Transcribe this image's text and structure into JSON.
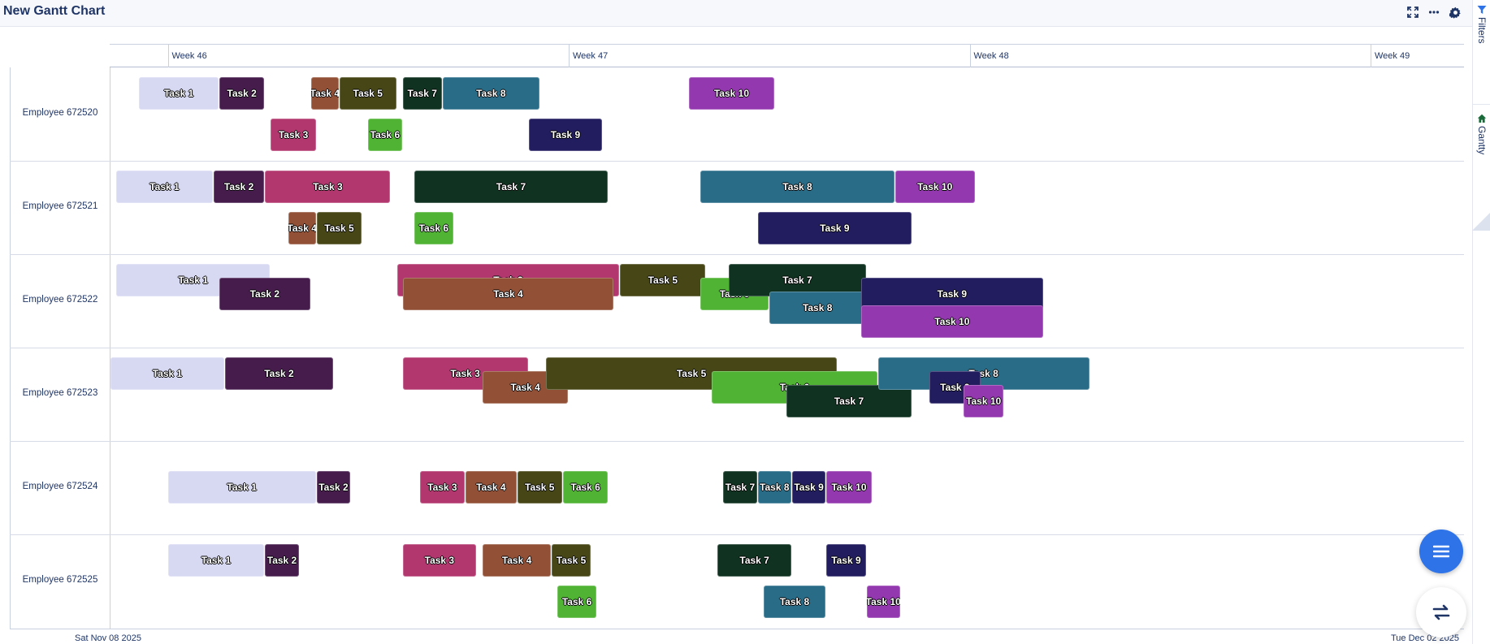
{
  "header": {
    "title": "New Gantt Chart",
    "icons": [
      "fullscreen-icon",
      "more-icon",
      "gear-icon"
    ]
  },
  "sidebar": {
    "tabs": [
      {
        "label": "Filters",
        "icon": "filter-icon"
      },
      {
        "label": "Gantty",
        "icon": "home-icon"
      }
    ]
  },
  "timescale": {
    "weeks": [
      "Week 46",
      "Week 47",
      "Week 48",
      "Week 49"
    ]
  },
  "footer": {
    "start_date": "Sat Nov 08 2025",
    "end_date": "Tue Dec 02 2025"
  },
  "colors": {
    "Task 1": "#d7d8f2",
    "Task 2": "#451c4c",
    "Task 3": "#b3376f",
    "Task 4": "#925036",
    "Task 5": "#464617",
    "Task 6": "#50b334",
    "Task 7": "#0f3320",
    "Task 8": "#286c87",
    "Task 9": "#221d5f",
    "Task 10": "#9438b0"
  },
  "chart_data": {
    "type": "gantt",
    "x_unit": "days from Sat Nov 08 2025",
    "rows": [
      {
        "label": "Employee 672520",
        "tasks": [
          {
            "name": "Task 1",
            "start": 0.5,
            "end": 1.9,
            "lane": 0
          },
          {
            "name": "Task 2",
            "start": 1.9,
            "end": 2.7,
            "lane": 0
          },
          {
            "name": "Task 3",
            "start": 2.8,
            "end": 3.6,
            "lane": 1
          },
          {
            "name": "Task 4",
            "start": 3.5,
            "end": 4.0,
            "lane": 0
          },
          {
            "name": "Task 5",
            "start": 4.0,
            "end": 5.0,
            "lane": 0
          },
          {
            "name": "Task 6",
            "start": 4.5,
            "end": 5.1,
            "lane": 1
          },
          {
            "name": "Task 7",
            "start": 5.1,
            "end": 5.8,
            "lane": 0
          },
          {
            "name": "Task 8",
            "start": 5.8,
            "end": 7.5,
            "lane": 0
          },
          {
            "name": "Task 9",
            "start": 7.3,
            "end": 8.6,
            "lane": 1
          },
          {
            "name": "Task 10",
            "start": 10.1,
            "end": 11.6,
            "lane": 0
          }
        ]
      },
      {
        "label": "Employee 672521",
        "tasks": [
          {
            "name": "Task 1",
            "start": 0.1,
            "end": 1.8,
            "lane": 0
          },
          {
            "name": "Task 2",
            "start": 1.8,
            "end": 2.7,
            "lane": 0
          },
          {
            "name": "Task 3",
            "start": 2.7,
            "end": 4.9,
            "lane": 0
          },
          {
            "name": "Task 4",
            "start": 3.1,
            "end": 3.6,
            "lane": 1
          },
          {
            "name": "Task 5",
            "start": 3.6,
            "end": 4.4,
            "lane": 1
          },
          {
            "name": "Task 6",
            "start": 5.3,
            "end": 6.0,
            "lane": 1
          },
          {
            "name": "Task 7",
            "start": 5.3,
            "end": 8.7,
            "lane": 0
          },
          {
            "name": "Task 8",
            "start": 10.3,
            "end": 13.7,
            "lane": 0
          },
          {
            "name": "Task 9",
            "start": 11.3,
            "end": 14.0,
            "lane": 1
          },
          {
            "name": "Task 10",
            "start": 13.7,
            "end": 15.1,
            "lane": 0
          }
        ]
      },
      {
        "label": "Employee 672522",
        "tasks": [
          {
            "name": "Task 1",
            "start": 0.1,
            "end": 2.8,
            "lane": 0
          },
          {
            "name": "Task 2",
            "start": 1.9,
            "end": 3.5,
            "lane": 1
          },
          {
            "name": "Task 3",
            "start": 5.0,
            "end": 8.9,
            "lane": 0
          },
          {
            "name": "Task 4",
            "start": 5.1,
            "end": 8.8,
            "lane": 1
          },
          {
            "name": "Task 5",
            "start": 8.9,
            "end": 10.4,
            "lane": 0
          },
          {
            "name": "Task 6",
            "start": 10.3,
            "end": 11.5,
            "lane": 1
          },
          {
            "name": "Task 7",
            "start": 10.8,
            "end": 13.2,
            "lane": 0
          },
          {
            "name": "Task 8",
            "start": 11.5,
            "end": 13.2,
            "lane": 2
          },
          {
            "name": "Task 9",
            "start": 13.1,
            "end": 16.3,
            "lane": 1
          },
          {
            "name": "Task 10",
            "start": 13.1,
            "end": 16.3,
            "lane": 3
          }
        ]
      },
      {
        "label": "Employee 672523",
        "tasks": [
          {
            "name": "Task 1",
            "start": 0.0,
            "end": 2.0,
            "lane": 0
          },
          {
            "name": "Task 2",
            "start": 2.0,
            "end": 3.9,
            "lane": 0
          },
          {
            "name": "Task 3",
            "start": 5.1,
            "end": 7.3,
            "lane": 0
          },
          {
            "name": "Task 4",
            "start": 6.5,
            "end": 8.0,
            "lane": 1
          },
          {
            "name": "Task 5",
            "start": 7.6,
            "end": 12.7,
            "lane": 0
          },
          {
            "name": "Task 6",
            "start": 10.5,
            "end": 13.4,
            "lane": 1
          },
          {
            "name": "Task 7",
            "start": 11.8,
            "end": 14.0,
            "lane": 2
          },
          {
            "name": "Task 8",
            "start": 13.4,
            "end": 17.1,
            "lane": 0
          },
          {
            "name": "Task 9",
            "start": 14.3,
            "end": 15.2,
            "lane": 1
          },
          {
            "name": "Task 10",
            "start": 14.9,
            "end": 15.6,
            "lane": 2
          }
        ]
      },
      {
        "label": "Employee 672524",
        "tasks": [
          {
            "name": "Task 1",
            "start": 1.0,
            "end": 3.6,
            "lane": 0
          },
          {
            "name": "Task 2",
            "start": 3.6,
            "end": 4.2,
            "lane": 0
          },
          {
            "name": "Task 3",
            "start": 5.4,
            "end": 6.2,
            "lane": 0
          },
          {
            "name": "Task 4",
            "start": 6.2,
            "end": 7.1,
            "lane": 0
          },
          {
            "name": "Task 5",
            "start": 7.1,
            "end": 7.9,
            "lane": 0
          },
          {
            "name": "Task 6",
            "start": 7.9,
            "end": 8.7,
            "lane": 0
          },
          {
            "name": "Task 7",
            "start": 10.7,
            "end": 11.3,
            "lane": 0
          },
          {
            "name": "Task 8",
            "start": 11.3,
            "end": 11.9,
            "lane": 0
          },
          {
            "name": "Task 9",
            "start": 11.9,
            "end": 12.5,
            "lane": 0
          },
          {
            "name": "Task 10",
            "start": 12.5,
            "end": 13.3,
            "lane": 0
          }
        ]
      },
      {
        "label": "Employee 672525",
        "tasks": [
          {
            "name": "Task 1",
            "start": 1.0,
            "end": 2.7,
            "lane": 0
          },
          {
            "name": "Task 2",
            "start": 2.7,
            "end": 3.3,
            "lane": 0
          },
          {
            "name": "Task 3",
            "start": 5.1,
            "end": 6.4,
            "lane": 0
          },
          {
            "name": "Task 4",
            "start": 6.5,
            "end": 7.7,
            "lane": 0
          },
          {
            "name": "Task 5",
            "start": 7.7,
            "end": 8.4,
            "lane": 0
          },
          {
            "name": "Task 6",
            "start": 7.8,
            "end": 8.5,
            "lane": 1
          },
          {
            "name": "Task 7",
            "start": 10.6,
            "end": 11.9,
            "lane": 0
          },
          {
            "name": "Task 8",
            "start": 11.4,
            "end": 12.5,
            "lane": 1
          },
          {
            "name": "Task 9",
            "start": 12.5,
            "end": 13.2,
            "lane": 0
          },
          {
            "name": "Task 10",
            "start": 13.2,
            "end": 13.8,
            "lane": 1
          }
        ]
      }
    ]
  }
}
